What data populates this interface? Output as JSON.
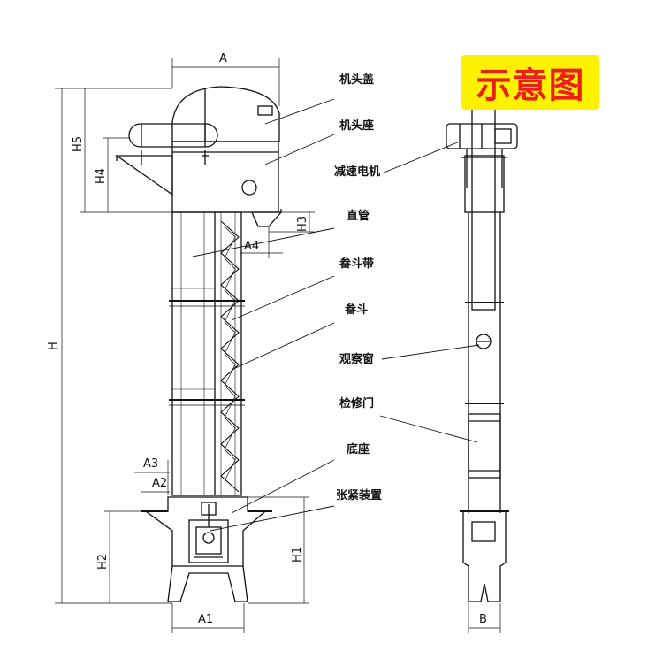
{
  "title": "示意图",
  "labels": {
    "head_cover": "机头盖",
    "head_seat": "机头座",
    "gear_motor": "减速电机",
    "straight_pipe": "直管",
    "bucket_belt": "畚斗带",
    "bucket": "畚斗",
    "sight_window": "观察窗",
    "access_door": "检修门",
    "base": "底座",
    "tensioner": "张紧装置"
  },
  "dims": {
    "A": "A",
    "A1": "A1",
    "A2": "A2",
    "A3": "A3",
    "A4": "A4",
    "B": "B",
    "H": "H",
    "H1": "H1",
    "H2": "H2",
    "H3": "H3",
    "H4": "H4",
    "H5": "H5"
  },
  "colors": {
    "title_bg": "#fff200",
    "title_fg": "#e8201c",
    "line": "#111111"
  }
}
